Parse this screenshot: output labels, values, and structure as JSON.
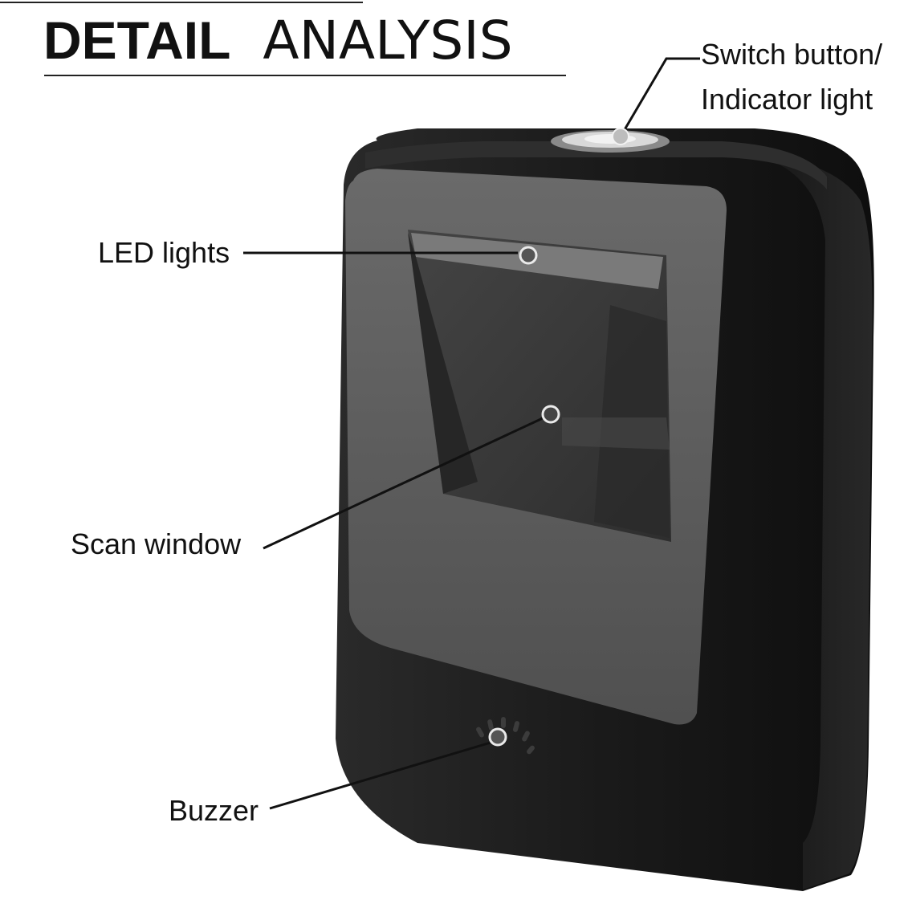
{
  "title": {
    "bold": "DETAIL",
    "light": "ANALYSIS"
  },
  "labels": {
    "switch_line1": "Switch button/",
    "switch_line2": "Indicator light",
    "led": "LED lights",
    "scan": "Scan window",
    "buzzer": "Buzzer"
  },
  "colors": {
    "body": "#1b1b1b",
    "bezel": "#5f5f5f",
    "window": "#3a3a3a",
    "callout_line": "#111111",
    "text": "#111111"
  },
  "icons": {
    "switch": "round-button-icon",
    "buzzer": "speaker-holes-icon"
  }
}
